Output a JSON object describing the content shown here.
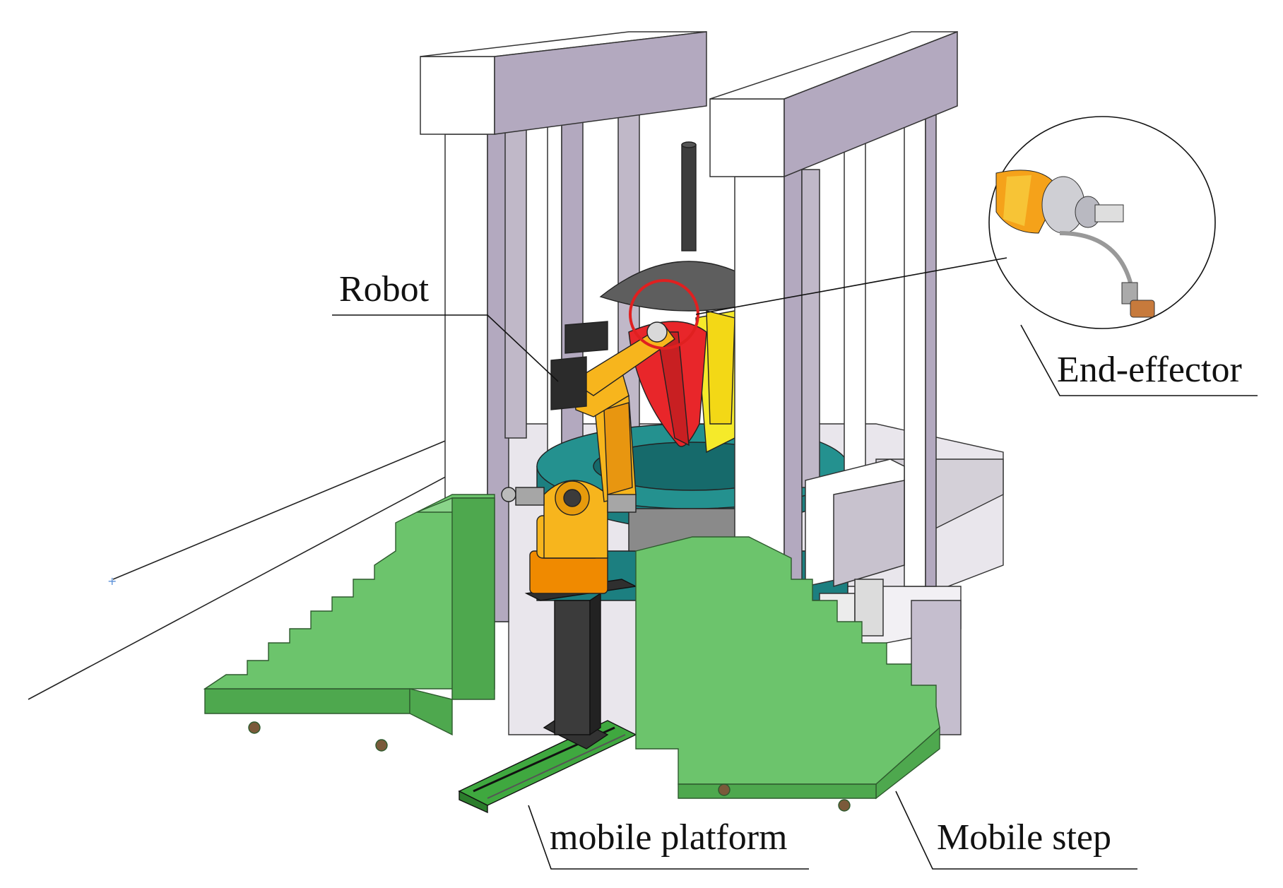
{
  "labels": {
    "robot": "Robot",
    "end_effector": "End-effector",
    "mobile_platform": "mobile platform",
    "mobile_step": "Mobile step"
  },
  "colors": {
    "frame_top": "#ffffff",
    "frame_side": "#b3a9bf",
    "frame_column": "#c0b8c8",
    "robot_yellow": "#f7b51d",
    "robot_orange": "#f08a00",
    "red_part": "#e8262a",
    "yellow_part": "#f5ea2a",
    "teal_base": "#1c7f80",
    "step_green": "#6cc46c",
    "step_green_dark": "#4ea84e",
    "dark_gray": "#3b3b3b",
    "highlight_circle": "#e02020"
  }
}
